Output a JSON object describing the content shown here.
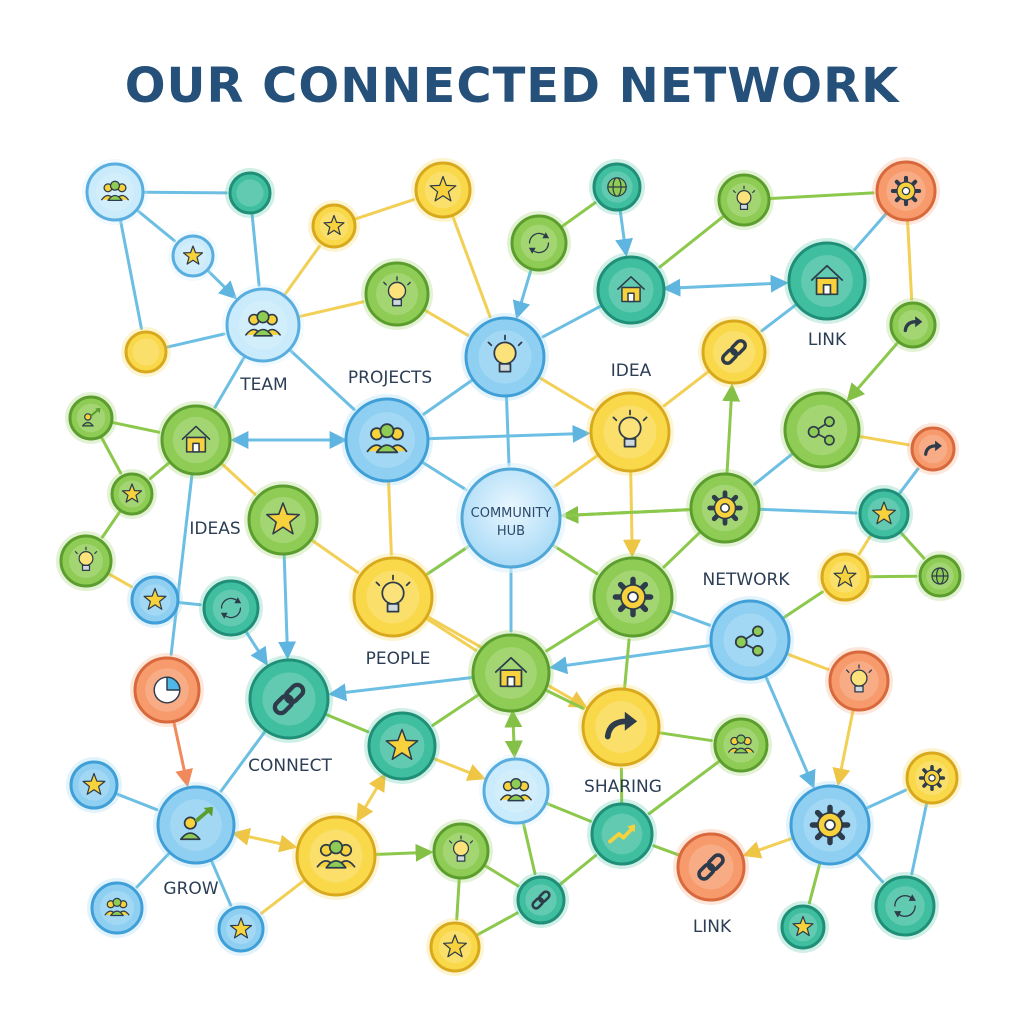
{
  "title": "OUR CONNECTED NETWORK",
  "hub": {
    "label_line1": "COMMUNITY",
    "label_line2": "HUB"
  },
  "labels": {
    "team": "TEAM",
    "projects": "PROJECTS",
    "idea": "IDEA",
    "link_top": "LINK",
    "ideas": "IDEAS",
    "network": "NETWORK",
    "people": "PEOPLE",
    "connect": "CONNECT",
    "sharing": "SHARING",
    "grow": "GROW",
    "link_bottom": "LINK"
  },
  "palette": {
    "blue": "#4fb7e8",
    "light_blue": "#a9dcf7",
    "teal": "#2fb39a",
    "green": "#7cc243",
    "yellow": "#f7d23c",
    "orange": "#f48a5c",
    "line_blue": "#6cbfe3",
    "line_yellow": "#f2cf55",
    "line_green": "#8cc84b",
    "line_orange": "#f08a5d"
  },
  "icon_names": [
    "people-icon",
    "star-icon",
    "lightbulb-icon",
    "home-icon",
    "gear-icon",
    "link-icon",
    "arrow-icon",
    "refresh-icon",
    "globe-icon",
    "pie-chart-icon",
    "trend-up-icon",
    "network-icon",
    "grow-icon"
  ]
}
